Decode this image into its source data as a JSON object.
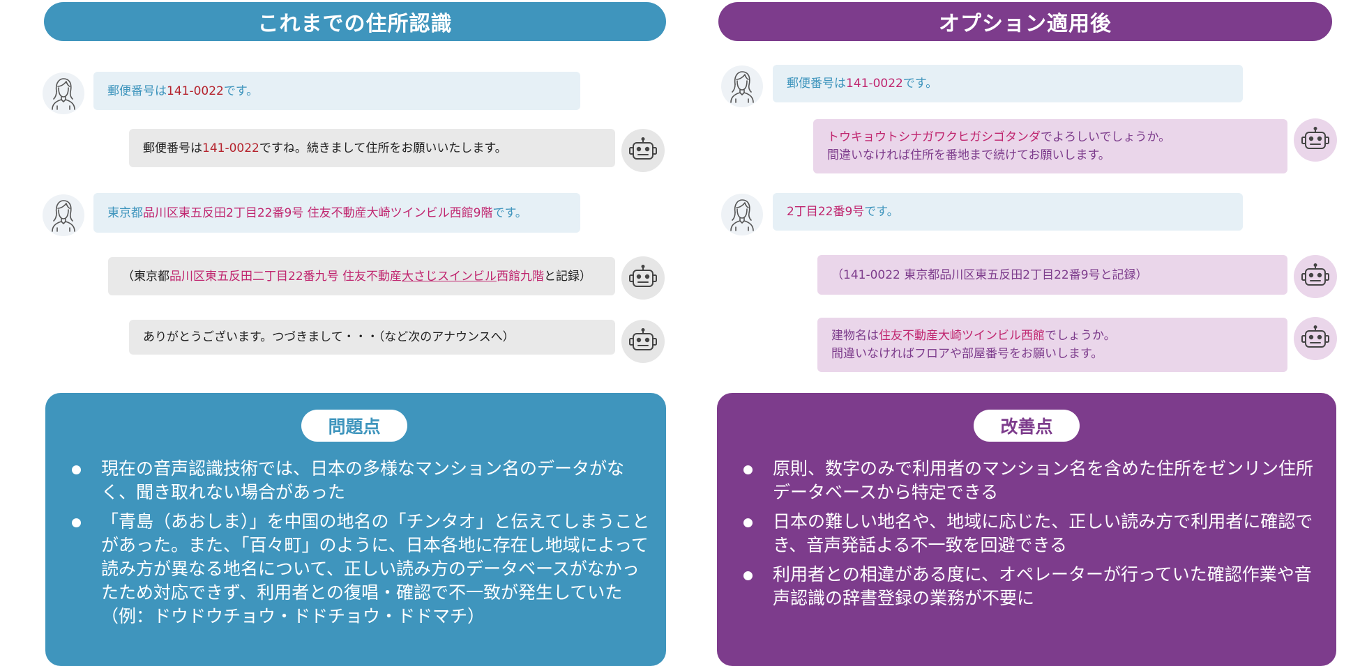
{
  "left": {
    "title": "これまでの住所認識",
    "messages": [
      {
        "role": "user",
        "parts": [
          {
            "text": "郵便番号は",
            "style": "blue"
          },
          {
            "text": "141-0022",
            "style": "red"
          },
          {
            "text": "です。",
            "style": "blue"
          }
        ]
      },
      {
        "role": "bot",
        "parts": [
          {
            "text": "郵便番号は",
            "style": "dark"
          },
          {
            "text": "141-0022",
            "style": "red"
          },
          {
            "text": "ですね。続きまして住所をお願いいたします。",
            "style": "dark"
          }
        ]
      },
      {
        "role": "user",
        "parts": [
          {
            "text": "東京都",
            "style": "blue"
          },
          {
            "text": "品川区東五反田2丁目22番9号 住友不動産大崎ツインビル西館9階",
            "style": "pink"
          },
          {
            "text": "です。",
            "style": "blue"
          }
        ]
      },
      {
        "role": "bot",
        "parts": [
          {
            "text": "（東京都",
            "style": "dark"
          },
          {
            "text": "品川区東五反田二丁目22番九号 住友不動産",
            "style": "pink"
          },
          {
            "text": "大さじスインビル",
            "style": "pink-underline"
          },
          {
            "text": "西館九階",
            "style": "pink"
          },
          {
            "text": "と記録）",
            "style": "dark"
          }
        ]
      },
      {
        "role": "bot",
        "parts": [
          {
            "text": "ありがとうございます。つづきまして・・・（など次のアナウンスへ）",
            "style": "dark"
          }
        ]
      }
    ],
    "panel": {
      "label": "問題点",
      "bullets": [
        "現在の音声認識技術では、日本の多様なマンション名のデータがなく、聞き取れない場合があった",
        "「青島（あおしま）」を中国の地名の「チンタオ」と伝えてしまうことがあった。また、「百々町」のように、日本各地に存在し地域によって読み方が異なる地名について、正しい読み方のデータベースがなかったため対応できず、利用者との復唱・確認で不一致が発生していた（例：ドウドウチョウ・ドドチョウ・ドドマチ）"
      ]
    }
  },
  "right": {
    "title": "オプション適用後",
    "messages": [
      {
        "role": "user",
        "parts": [
          {
            "text": "郵便番号は",
            "style": "blue"
          },
          {
            "text": "141-0022",
            "style": "pink"
          },
          {
            "text": "です。",
            "style": "blue"
          }
        ]
      },
      {
        "role": "bot",
        "lines": [
          [
            {
              "text": "トウキョウトシナガワクヒガシゴタンダ",
              "style": "pink"
            },
            {
              "text": "でよろしいでしょうか。",
              "style": "purple"
            }
          ],
          [
            {
              "text": "間違いなければ住所を番地まで続けてお願いします。",
              "style": "purple"
            }
          ]
        ]
      },
      {
        "role": "user",
        "parts": [
          {
            "text": "2丁目22番9号",
            "style": "pink"
          },
          {
            "text": "です。",
            "style": "blue"
          }
        ]
      },
      {
        "role": "bot",
        "parts": [
          {
            "text": "（141-0022 東京都品川区東五反田2丁目22番9号と記録）",
            "style": "purple"
          }
        ]
      },
      {
        "role": "bot",
        "lines": [
          [
            {
              "text": "建物名は",
              "style": "purple"
            },
            {
              "text": "住友不動産大崎ツインビル西館",
              "style": "pink"
            },
            {
              "text": "でしょうか。",
              "style": "purple"
            }
          ],
          [
            {
              "text": "間違いなければフロアや部屋番号をお願いします。",
              "style": "purple"
            }
          ]
        ]
      }
    ],
    "panel": {
      "label": "改善点",
      "bullets": [
        "原則、数字のみで利用者のマンション名を含めた住所をゼンリン住所データベースから特定できる",
        "日本の難しい地名や、地域に応じた、正しい読み方で利用者に確認でき、音声発話よる不一致を回避できる",
        "利用者との相違がある度に、オペレーターが行っていた確認作業や音声認識の辞書登録の業務が不要に"
      ]
    }
  },
  "colors": {
    "blue": "#3f95bd",
    "purple": "#7d3c8c",
    "red": "#b5232d",
    "pink": "#c0266f",
    "user_bubble": "#e6f0f6",
    "bot_bubble_left": "#e9e9e9",
    "bot_bubble_right": "#ead6ea"
  },
  "icons": {
    "user": "user-avatar-icon",
    "bot": "robot-icon"
  }
}
